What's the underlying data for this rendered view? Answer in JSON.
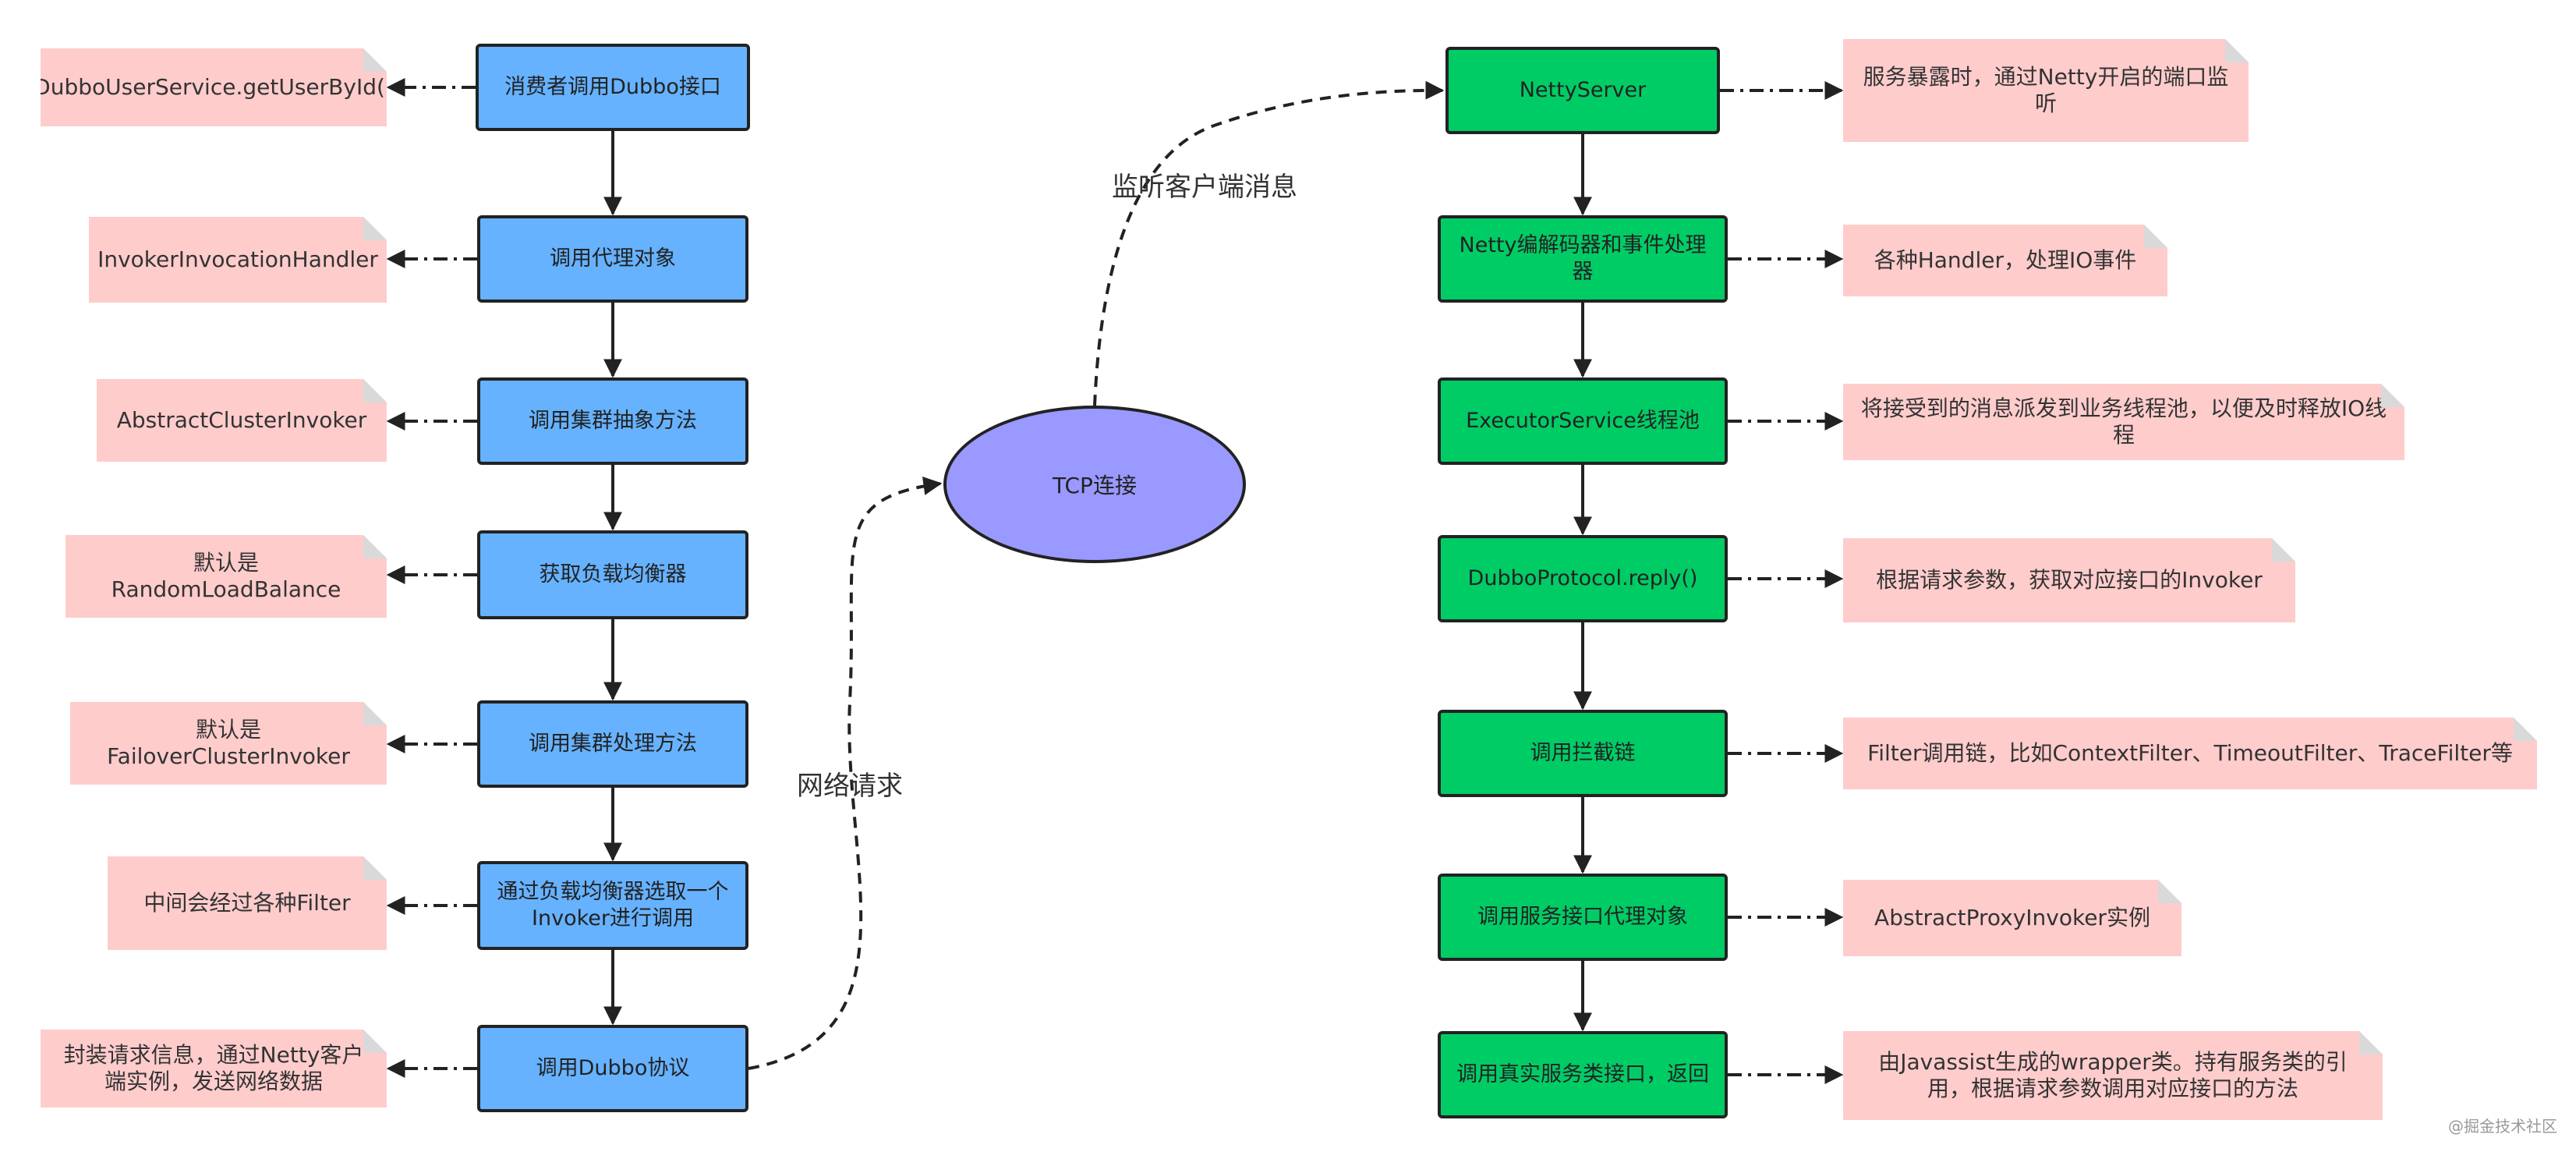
{
  "left_flow": [
    "消费者调用Dubbo接口",
    "调用代理对象",
    "调用集群抽象方法",
    "获取负载均衡器",
    "调用集群处理方法",
    "通过负载均衡器选取一个Invoker进行调用",
    "调用Dubbo协议"
  ],
  "left_notes": [
    "DubboUserService.getUserById()",
    "InvokerInvocationHandler",
    "AbstractClusterInvoker",
    "默认是RandomLoadBalance",
    "默认是FailoverClusterInvoker",
    "中间会经过各种Filter",
    "封装请求信息，通过Netty客户端实例，发送网络数据"
  ],
  "right_flow": [
    "NettyServer",
    "Netty编解码器和事件处理器",
    "ExecutorService线程池",
    "DubboProtocol.reply()",
    "调用拦截链",
    "调用服务接口代理对象",
    "调用真实服务类接口，返回"
  ],
  "right_notes": [
    "服务暴露时，通过Netty开启的端口监听",
    "各种Handler，处理IO事件",
    "将接受到的消息派发到业务线程池，以便及时释放IO线程",
    "根据请求参数，获取对应接口的Invoker",
    "Filter调用链，比如ContextFilter、TimeoutFilter、TraceFilter等",
    "AbstractProxyInvoker实例",
    "由Javassist生成的wrapper类。持有服务类的引用，根据请求参数调用对应接口的方法"
  ],
  "center": {
    "node": "TCP连接",
    "label_request": "网络请求",
    "label_listen": "监听客户端消息"
  },
  "watermark": "@掘金技术社区",
  "colors": {
    "client_box": "#66b2ff",
    "server_box": "#00cc66",
    "note": "#ffcccc",
    "tcp_node": "#9999ff"
  }
}
